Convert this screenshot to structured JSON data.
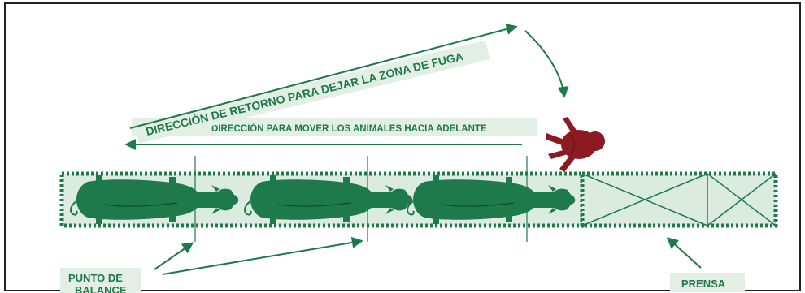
{
  "labels": {
    "return_direction": "DIRECCIÓN DE RETORNO PARA DEJAR LA ZONA DE FUGA",
    "forward_direction": "DIRECCIÓN PARA MOVER LOS ANIMALES HACIA ADELANTE",
    "balance_point_line1": "PUNTO DE",
    "balance_point_line2": "BALANCE",
    "squeeze_chute": "PRENSA"
  },
  "colors": {
    "green": "#1e7a4a",
    "dark_green": "#1a6a3f",
    "chute_fill": "#dcebdf",
    "banner_fill": "#e3efe5",
    "handler": "#8b1a22",
    "border": "#222222"
  },
  "icons": [
    "cow-icon",
    "cow-icon",
    "cow-icon",
    "handler-icon"
  ]
}
